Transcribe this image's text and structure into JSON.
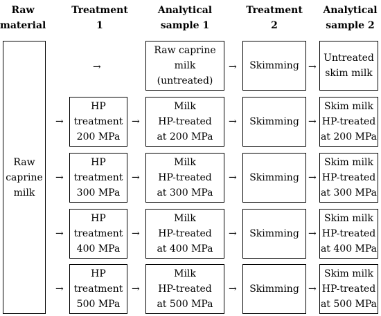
{
  "headers": [
    {
      "line1": "Raw",
      "line2": "material"
    },
    {
      "line1": "Treatment",
      "line2": "1"
    },
    {
      "line1": "Analytical",
      "line2": "sample 1"
    },
    {
      "line1": "Treatment",
      "line2": "2"
    },
    {
      "line1": "Analytical",
      "line2": "sample 2"
    }
  ],
  "raw_material": {
    "line1": "Raw",
    "line2": "caprine",
    "line3": "milk"
  },
  "arrow": "→",
  "rows": [
    {
      "analytical1": {
        "line1": "Raw caprine",
        "line2": "milk",
        "line3": "(untreated)"
      },
      "treatment2": "Skimming",
      "analytical2": {
        "line1": "Untreated",
        "line2": "skim milk"
      }
    },
    {
      "treatment1": {
        "line1": "HP",
        "line2": "treatment",
        "line3": "200 MPa"
      },
      "analytical1": {
        "line1": "Milk",
        "line2": "HP-treated",
        "line3": "at 200 MPa"
      },
      "treatment2": "Skimming",
      "analytical2": {
        "line1": "Skim milk",
        "line2": "HP-treated",
        "line3": "at 200 MPa"
      }
    },
    {
      "treatment1": {
        "line1": "HP",
        "line2": "treatment",
        "line3": "300 MPa"
      },
      "analytical1": {
        "line1": "Milk",
        "line2": "HP-treated",
        "line3": "at 300 MPa"
      },
      "treatment2": "Skimming",
      "analytical2": {
        "line1": "Skim milk",
        "line2": "HP-treated",
        "line3": "at 300 MPa"
      }
    },
    {
      "treatment1": {
        "line1": "HP",
        "line2": "treatment",
        "line3": "400 MPa"
      },
      "analytical1": {
        "line1": "Milk",
        "line2": "HP-treated",
        "line3": "at 400 MPa"
      },
      "treatment2": "Skimming",
      "analytical2": {
        "line1": "Skim milk",
        "line2": "HP-treated",
        "line3": "at 400 MPa"
      }
    },
    {
      "treatment1": {
        "line1": "HP",
        "line2": "treatment",
        "line3": "500 MPa"
      },
      "analytical1": {
        "line1": "Milk",
        "line2": "HP-treated",
        "line3": "at 500 MPa"
      },
      "treatment2": "Skimming",
      "analytical2": {
        "line1": "Skim milk",
        "line2": "HP-treated",
        "line3": "at 500 MPa"
      }
    }
  ]
}
